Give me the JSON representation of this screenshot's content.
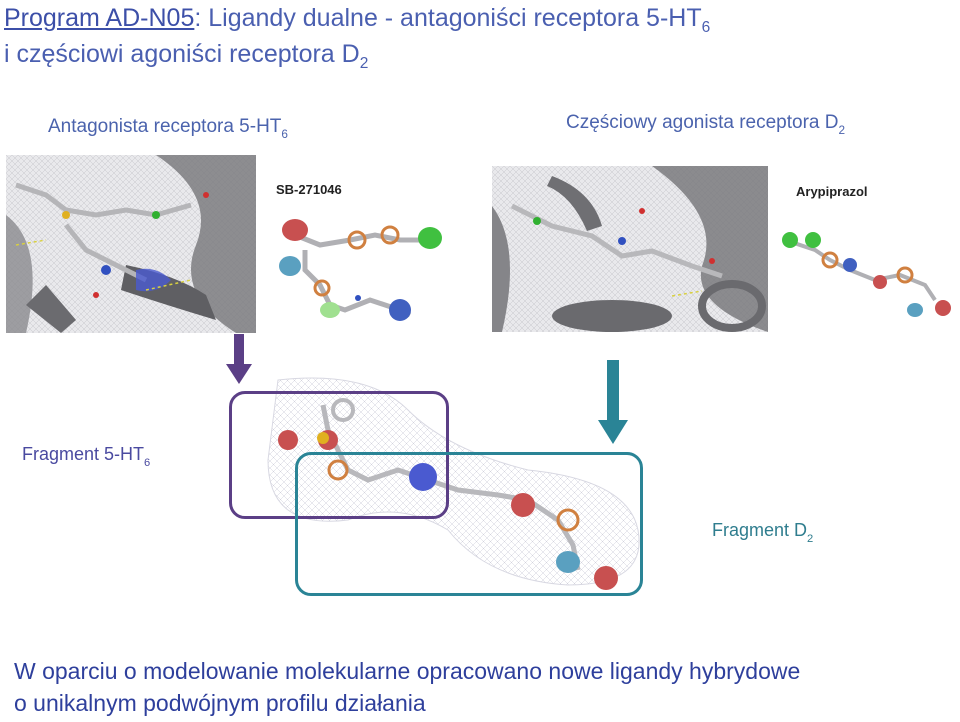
{
  "title": {
    "program": "Program AD-N05",
    "line1_rest": ": Ligandy dualne - antagoniści receptora 5-HT",
    "line1_sub": "6",
    "line2": "i częściowi agoniści receptora D",
    "line2_sub": "2"
  },
  "top_labels": {
    "left": "Antagonista receptora 5-HT",
    "left_sub": "6",
    "right": "Częściowy agonista receptora D",
    "right_sub": "2"
  },
  "molecules": {
    "left_name": "SB-271046",
    "right_name": "Arypiprazol"
  },
  "fragments": {
    "ht6_label": "Fragment 5-HT",
    "ht6_sub": "6",
    "d2_label": "Fragment D",
    "d2_sub": "2"
  },
  "conclusion": {
    "line1": "W oparciu o modelowanie molekularne opracowano nowe ligandy hybrydowe",
    "line2": "o unikalnym podwójnym profilu działania"
  },
  "colors": {
    "title": "#4a5fb0",
    "arrow_left": "#5b3f86",
    "arrow_right": "#2a8496",
    "box_purple": "#5b3f86",
    "box_teal": "#2a8496"
  }
}
